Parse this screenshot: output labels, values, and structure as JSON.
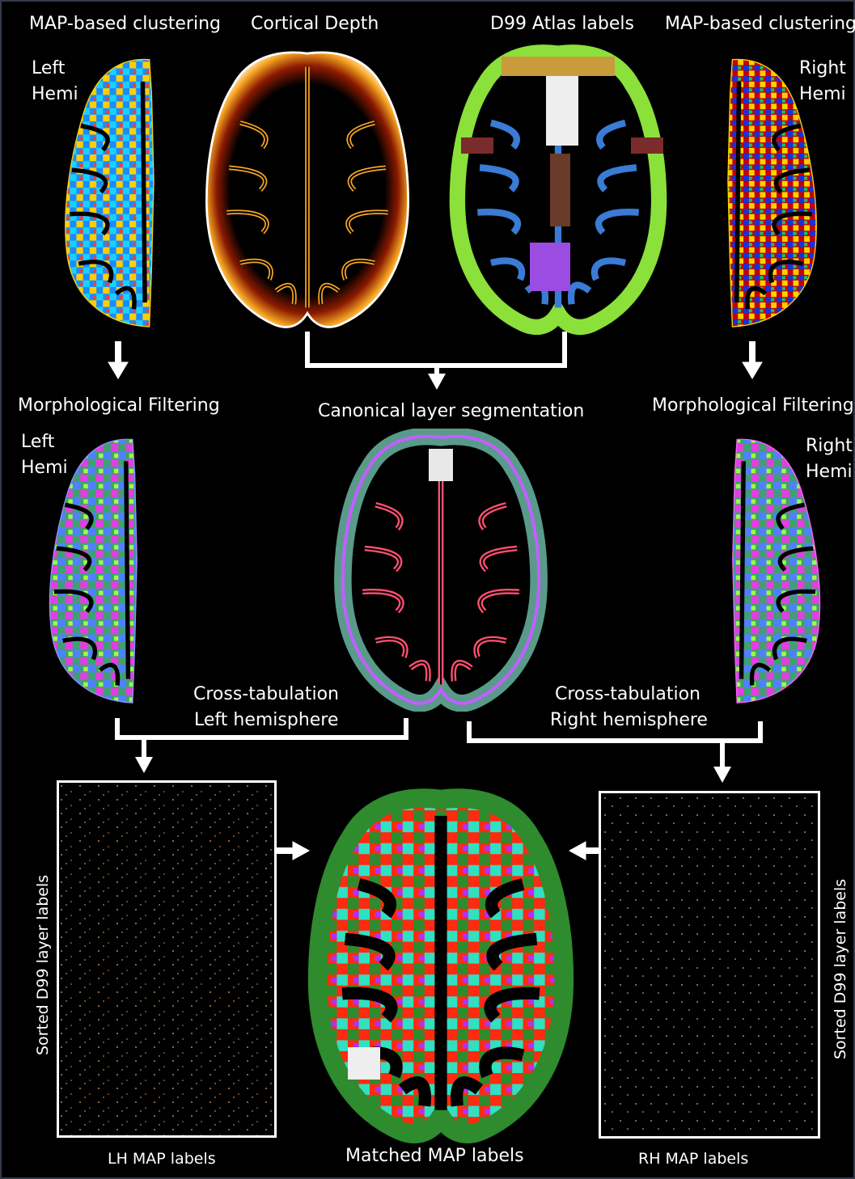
{
  "top_row": {
    "left_title": "MAP-based clustering",
    "center_left_title": "Cortical Depth",
    "center_right_title": "D99 Atlas labels",
    "right_title": "MAP-based clustering",
    "left_hemi": [
      "Left",
      "Hemi"
    ],
    "right_hemi": [
      "Right",
      "Hemi"
    ]
  },
  "middle_row": {
    "left_title": "Morphological Filtering",
    "center_title": "Canonical layer segmentation",
    "right_title": "Morphological Filtering",
    "left_hemi": [
      "Left",
      "Hemi"
    ],
    "right_hemi": [
      "Right",
      "Hemi"
    ]
  },
  "crosstab": {
    "left": [
      "Cross-tabulation",
      "Left hemisphere"
    ],
    "right": [
      "Cross-tabulation",
      "Right hemisphere"
    ]
  },
  "bottom_row": {
    "left_ylabel": "Sorted D99 layer labels",
    "right_ylabel": "Sorted D99 layer labels",
    "left_xlabel": "LH MAP labels",
    "center_label": "Matched MAP labels",
    "right_xlabel": "RH MAP labels"
  },
  "colors": {
    "background": "#000000",
    "arrow": "#ffffff",
    "depth_outer": "#ffffff",
    "depth_mid": "#f6a623",
    "depth_inner": "#8b1a00"
  }
}
